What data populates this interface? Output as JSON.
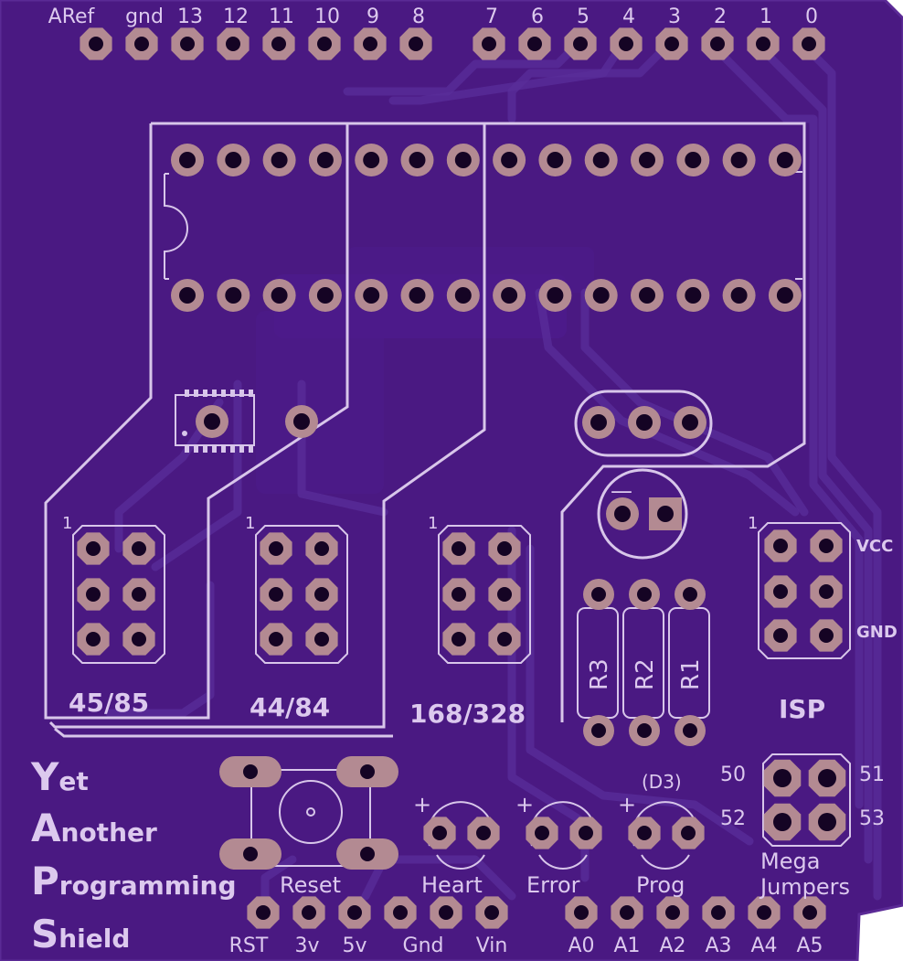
{
  "colors": {
    "board": "#4a1982",
    "board_edge": "#5b2a96",
    "silkscreen": "#d8c6ea",
    "pad": "#b38a92",
    "hole": "#150424"
  },
  "header_top": {
    "labels": [
      "ARef",
      "gnd",
      "13",
      "12",
      "11",
      "10",
      "9",
      "8",
      "7",
      "6",
      "5",
      "4",
      "3",
      "2",
      "1",
      "0"
    ]
  },
  "header_bottom_power": {
    "labels": [
      "RST",
      "3v",
      "5v",
      "Gnd",
      "Vin"
    ]
  },
  "header_bottom_analog": {
    "labels": [
      "A0",
      "A1",
      "A2",
      "A3",
      "A4",
      "A5"
    ]
  },
  "sockets": {
    "s4585": {
      "label": "45/85",
      "pin1": "1"
    },
    "s4484": {
      "label": "44/84",
      "pin1": "1"
    },
    "s168": {
      "label": "168/328",
      "pin1": "1"
    }
  },
  "isp": {
    "label": "ISP",
    "pin1": "1",
    "vcc": "VCC",
    "gnd": "GND"
  },
  "resistors": [
    "R3",
    "R2",
    "R1"
  ],
  "leds": {
    "heart": "Heart",
    "error": "Error",
    "prog": "Prog",
    "prog_note": "(D3)",
    "plus": "+"
  },
  "reset": {
    "label": "Reset"
  },
  "cap": {
    "minus": "—"
  },
  "mega": {
    "label1": "Mega",
    "label2": "Jumpers",
    "p50": "50",
    "p51": "51",
    "p52": "52",
    "p53": "53"
  },
  "title": {
    "line1_initial": "Y",
    "line1_rest": "et",
    "line2_initial": "A",
    "line2_rest": "nother",
    "line3_initial": "P",
    "line3_rest": "rogramming",
    "line4_initial": "S",
    "line4_rest": "hield"
  }
}
